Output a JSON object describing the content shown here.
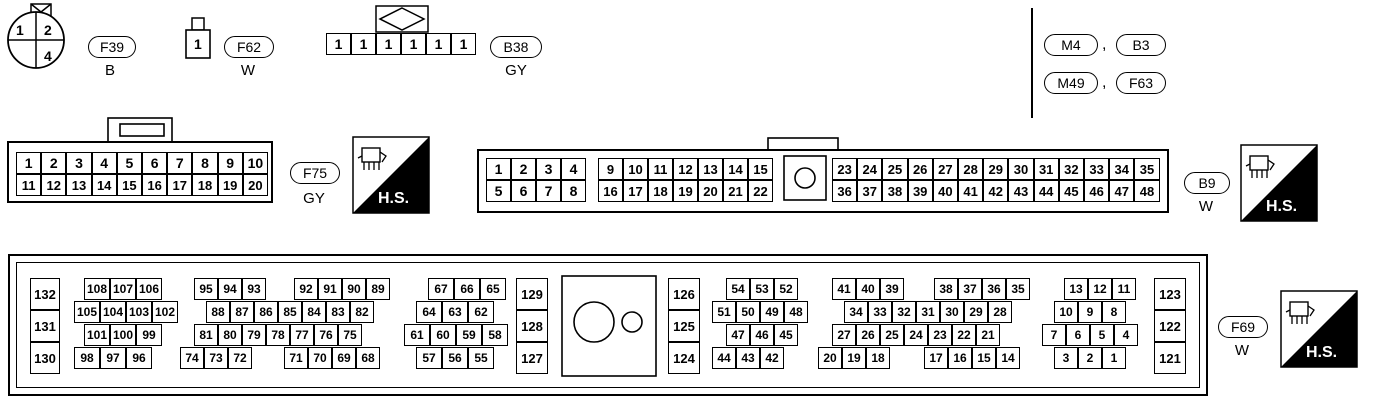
{
  "connectors": {
    "f39": {
      "id": "F39",
      "color": "B",
      "pins": [
        "1",
        "2",
        "4"
      ]
    },
    "f62": {
      "id": "F62",
      "color": "W",
      "pins": [
        "1"
      ]
    },
    "b38": {
      "id": "B38",
      "color": "GY",
      "pins": [
        "1",
        "1",
        "1",
        "1",
        "1",
        "1"
      ]
    },
    "f75": {
      "id": "F75",
      "color": "GY",
      "rows": [
        [
          "1",
          "2",
          "3",
          "4",
          "5",
          "6",
          "7",
          "8",
          "9",
          "10"
        ],
        [
          "11",
          "12",
          "13",
          "14",
          "15",
          "16",
          "17",
          "18",
          "19",
          "20"
        ]
      ],
      "hs": "H.S."
    },
    "b9": {
      "id": "B9",
      "color": "W",
      "left_rows": [
        [
          "1",
          "2",
          "3",
          "4"
        ],
        [
          "5",
          "6",
          "7",
          "8"
        ]
      ],
      "mid_rows": [
        [
          "9",
          "10",
          "11",
          "12",
          "13",
          "14",
          "15"
        ],
        [
          "16",
          "17",
          "18",
          "19",
          "20",
          "21",
          "22"
        ]
      ],
      "right_rows": [
        [
          "23",
          "24",
          "25",
          "26",
          "27",
          "28",
          "29",
          "30",
          "31",
          "32",
          "33",
          "34",
          "35"
        ],
        [
          "36",
          "37",
          "38",
          "39",
          "40",
          "41",
          "42",
          "43",
          "44",
          "45",
          "46",
          "47",
          "48"
        ]
      ],
      "hs": "H.S."
    },
    "f69": {
      "id": "F69",
      "color": "W",
      "hs": "H.S.",
      "groups": {
        "g132": [
          "132",
          "131",
          "130"
        ],
        "g108": {
          "r1": [
            "108",
            "107",
            "106"
          ],
          "r2": [
            "105",
            "104",
            "103",
            "102"
          ],
          "r3": [
            "101",
            "100",
            "99"
          ],
          "r4": [
            "98",
            "97",
            "96"
          ]
        },
        "g95": {
          "r1a": [
            "95",
            "94",
            "93"
          ],
          "r1b": [
            "92",
            "91",
            "90",
            "89"
          ],
          "r2": [
            "88",
            "87",
            "86",
            "85",
            "84",
            "83",
            "82"
          ],
          "r3": [
            "81",
            "80",
            "79",
            "78",
            "77",
            "76",
            "75"
          ],
          "r4a": [
            "74",
            "73",
            "72"
          ],
          "r4b": [
            "71",
            "70",
            "69",
            "68"
          ]
        },
        "g67": {
          "r1": [
            "67",
            "66",
            "65"
          ],
          "r2": [
            "64",
            "63",
            "62"
          ],
          "r3": [
            "61",
            "60",
            "59",
            "58"
          ],
          "r4": [
            "57",
            "56",
            "55"
          ]
        },
        "g129": [
          "129",
          "128",
          "127"
        ],
        "g126": [
          "126",
          "125",
          "124"
        ],
        "g54": {
          "r1": [
            "54",
            "53",
            "52"
          ],
          "r2": [
            "51",
            "50",
            "49",
            "48"
          ],
          "r3": [
            "47",
            "46",
            "45"
          ],
          "r4": [
            "44",
            "43",
            "42"
          ]
        },
        "g41": {
          "r1a": [
            "41",
            "40",
            "39"
          ],
          "r1b": [
            "38",
            "37",
            "36",
            "35"
          ],
          "r2": [
            "34",
            "33",
            "32",
            "31",
            "30",
            "29",
            "28"
          ],
          "r3": [
            "27",
            "26",
            "25",
            "24",
            "23",
            "22",
            "21"
          ],
          "r4a": [
            "20",
            "19",
            "18"
          ],
          "r4b": [
            "17",
            "16",
            "15",
            "14"
          ]
        },
        "g13": {
          "r1": [
            "13",
            "12",
            "11"
          ],
          "r2": [
            "10",
            "9",
            "8"
          ],
          "r3": [
            "7",
            "6",
            "5",
            "4"
          ],
          "r4": [
            "3",
            "2",
            "1"
          ]
        },
        "g123": [
          "123",
          "122",
          "121"
        ]
      }
    }
  },
  "legend": {
    "row1": [
      "M4",
      ",",
      "B3"
    ],
    "row2": [
      "M49",
      ",",
      "F63"
    ]
  }
}
